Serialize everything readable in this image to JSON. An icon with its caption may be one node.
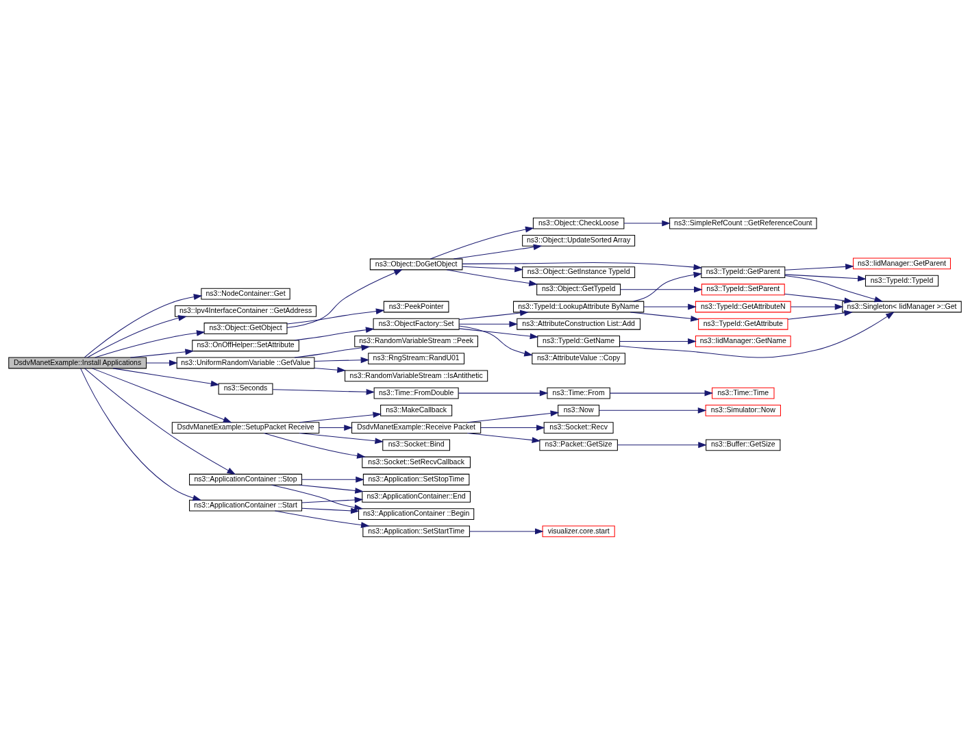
{
  "diagram": {
    "nodes": [
      {
        "text": [
          "DsdvManetExample::Install Applications"
        ]
      },
      {
        "text": [
          "ns3::NodeContainer::Get"
        ]
      },
      {
        "text": [
          "ns3::Ipv4InterfaceContainer ::GetAddress"
        ]
      },
      {
        "text": [
          "ns3::Object::GetObject"
        ]
      },
      {
        "text": [
          "ns3::OnOffHelper::SetAttribute"
        ]
      },
      {
        "text": [
          "ns3::UniformRandomVariable ::GetValue"
        ]
      },
      {
        "text": [
          "ns3::Seconds"
        ]
      },
      {
        "text": [
          "DsdvManetExample::SetupPacket Receive"
        ]
      },
      {
        "text": [
          "ns3::ApplicationContainer ::Stop"
        ]
      },
      {
        "text": [
          "ns3::ApplicationContainer ::Start"
        ]
      },
      {
        "text": [
          "ns3::PeekPointer"
        ]
      },
      {
        "text": [
          "ns3::Object::DoGetObject"
        ]
      },
      {
        "text": [
          "ns3::ObjectFactory::Set"
        ]
      },
      {
        "text": [
          "ns3::RandomVariableStream ::Peek"
        ]
      },
      {
        "text": [
          "ns3::RngStream::RandU01"
        ]
      },
      {
        "text": [
          "ns3::RandomVariableStream ::IsAntithetic"
        ]
      },
      {
        "text": [
          "ns3::Time::FromDouble"
        ]
      },
      {
        "text": [
          "DsdvManetExample::Receive Packet"
        ]
      },
      {
        "text": [
          "ns3::Socket::Bind"
        ]
      },
      {
        "text": [
          "ns3::Socket::SetRecvCallback"
        ]
      },
      {
        "text": [
          "ns3::MakeCallback"
        ]
      },
      {
        "text": [
          "ns3::Application::SetStopTime"
        ]
      },
      {
        "text": [
          "ns3::ApplicationContainer ::Begin"
        ]
      },
      {
        "text": [
          "ns3::ApplicationContainer::End"
        ]
      },
      {
        "text": [
          "ns3::Application::SetStartTime"
        ]
      },
      {
        "text": [
          "ns3::Object::UpdateSorted Array"
        ]
      },
      {
        "text": [
          "ns3::Object::CheckLoose"
        ]
      },
      {
        "text": [
          "ns3::Object::GetInstance TypeId"
        ]
      },
      {
        "text": [
          "ns3::Object::GetTypeId"
        ]
      },
      {
        "text": [
          "ns3::TypeId::LookupAttribute ByName"
        ]
      },
      {
        "text": [
          "ns3::AttributeConstruction List::Add"
        ]
      },
      {
        "text": [
          "ns3::TypeId::GetName"
        ]
      },
      {
        "text": [
          "ns3::AttributeValue ::Copy"
        ]
      },
      {
        "text": [
          "ns3::Time::From"
        ]
      },
      {
        "text": [
          "ns3::Now"
        ]
      },
      {
        "text": [
          "ns3::Socket::Recv"
        ]
      },
      {
        "text": [
          "ns3::Packet::GetSize"
        ]
      },
      {
        "text": [
          "visualizer.core.start"
        ]
      },
      {
        "text": [
          "ns3::SimpleRefCount ::GetReferenceCount"
        ]
      },
      {
        "text": [
          "ns3::TypeId::GetParent"
        ]
      },
      {
        "text": [
          "ns3::TypeId::SetParent"
        ]
      },
      {
        "text": [
          "ns3::TypeId::GetAttributeN"
        ]
      },
      {
        "text": [
          "ns3::TypeId::GetAttribute"
        ]
      },
      {
        "text": [
          "ns3::IidManager::GetName"
        ]
      },
      {
        "text": [
          "ns3::Time::Time"
        ]
      },
      {
        "text": [
          "ns3::Simulator::Now"
        ]
      },
      {
        "text": [
          "ns3::Buffer::GetSize"
        ]
      },
      {
        "text": [
          "ns3::TypeId::TypeId"
        ]
      },
      {
        "text": [
          "ns3::IidManager::GetParent"
        ]
      },
      {
        "text": [
          "ns3::Singleton< IidManager >::Get"
        ]
      }
    ],
    "edges": [
      {
        "from": 0,
        "to": 1,
        "arrow": "to"
      },
      {
        "from": 0,
        "to": 2,
        "arrow": "to"
      },
      {
        "from": 0,
        "to": 3,
        "arrow": "to"
      },
      {
        "from": 0,
        "to": 4,
        "arrow": "to"
      },
      {
        "from": 0,
        "to": 5,
        "arrow": "to"
      },
      {
        "from": 0,
        "to": 6,
        "arrow": "to"
      },
      {
        "from": 0,
        "to": 7,
        "arrow": "to"
      },
      {
        "from": 0,
        "to": 8,
        "arrow": "to"
      },
      {
        "from": 0,
        "to": 9,
        "arrow": "to"
      },
      {
        "from": 3,
        "to": 10,
        "arrow": "to"
      },
      {
        "from": 3,
        "to": 11,
        "arrow": "to"
      },
      {
        "from": 11,
        "to": 25,
        "arrow": "to"
      },
      {
        "from": 11,
        "to": 26,
        "arrow": "to"
      },
      {
        "from": 11,
        "to": 39,
        "arrow": "to"
      },
      {
        "from": 11,
        "to": 27,
        "arrow": "to"
      },
      {
        "from": 11,
        "to": 28,
        "arrow": "to"
      },
      {
        "from": 4,
        "to": 12,
        "arrow": "to"
      },
      {
        "from": 5,
        "to": 13,
        "arrow": "to"
      },
      {
        "from": 5,
        "to": 14,
        "arrow": "to"
      },
      {
        "from": 5,
        "to": 15,
        "arrow": "to"
      },
      {
        "from": 6,
        "to": 16,
        "arrow": "to"
      },
      {
        "from": 7,
        "to": 17,
        "arrow": "to"
      },
      {
        "from": 7,
        "to": 18,
        "arrow": "to"
      },
      {
        "from": 7,
        "to": 19,
        "arrow": "to"
      },
      {
        "from": 7,
        "to": 20,
        "arrow": "to"
      },
      {
        "from": 8,
        "to": 21,
        "arrow": "to"
      },
      {
        "from": 8,
        "to": 22,
        "arrow": "to"
      },
      {
        "from": 8,
        "to": 23,
        "arrow": "to"
      },
      {
        "from": 9,
        "to": 22,
        "arrow": "to"
      },
      {
        "from": 9,
        "to": 23,
        "arrow": "to"
      },
      {
        "from": 9,
        "to": 24,
        "arrow": "to"
      },
      {
        "from": 12,
        "to": 29,
        "arrow": "to"
      },
      {
        "from": 12,
        "to": 30,
        "arrow": "to"
      },
      {
        "from": 12,
        "to": 31,
        "arrow": "to"
      },
      {
        "from": 12,
        "to": 32,
        "arrow": "to"
      },
      {
        "from": 16,
        "to": 33,
        "arrow": "to"
      },
      {
        "from": 17,
        "to": 34,
        "arrow": "to"
      },
      {
        "from": 17,
        "to": 35,
        "arrow": "to"
      },
      {
        "from": 17,
        "to": 36,
        "arrow": "to"
      },
      {
        "from": 24,
        "to": 37,
        "arrow": "to"
      },
      {
        "from": 26,
        "to": 38,
        "arrow": "to"
      },
      {
        "from": 28,
        "to": 40,
        "arrow": "to"
      },
      {
        "from": 29,
        "to": 39,
        "arrow": "to"
      },
      {
        "from": 29,
        "to": 41,
        "arrow": "to"
      },
      {
        "from": 29,
        "to": 42,
        "arrow": "to"
      },
      {
        "from": 31,
        "to": 43,
        "arrow": "to"
      },
      {
        "from": 31,
        "to": 49,
        "arrow": "to"
      },
      {
        "from": 33,
        "to": 44,
        "arrow": "to"
      },
      {
        "from": 34,
        "to": 45,
        "arrow": "to"
      },
      {
        "from": 36,
        "to": 46,
        "arrow": "to"
      },
      {
        "from": 39,
        "to": 47,
        "arrow": "to"
      },
      {
        "from": 39,
        "to": 48,
        "arrow": "to"
      },
      {
        "from": 39,
        "to": 49,
        "arrow": "to"
      },
      {
        "from": 40,
        "to": 49,
        "arrow": "to"
      },
      {
        "from": 41,
        "to": 49,
        "arrow": "to"
      },
      {
        "from": 42,
        "to": 49,
        "arrow": "to"
      }
    ]
  }
}
